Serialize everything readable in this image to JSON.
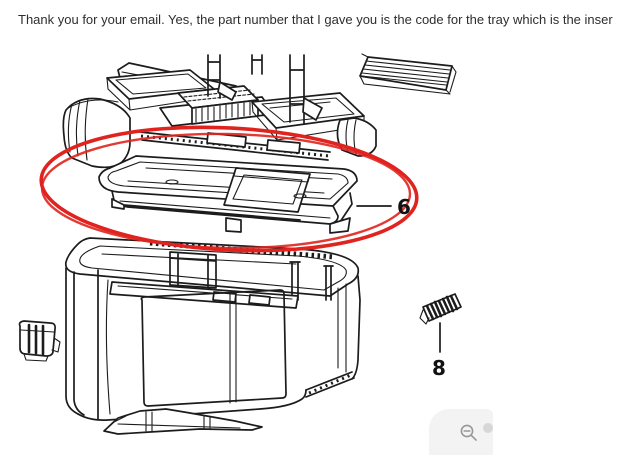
{
  "page": {
    "background": "#ffffff"
  },
  "message": {
    "text": "Thank you for your email. Yes, the part number that I gave you is the code for the tray which is the inser"
  },
  "diagram": {
    "type": "exploded-parts-drawing",
    "ink_color": "#1c1c1c",
    "highlight_color": "#e0231e",
    "callouts": [
      {
        "number": "6",
        "highlighted": true
      },
      {
        "number": "8",
        "highlighted": false
      }
    ]
  },
  "zoom_control": {
    "background": "#f3f3f3",
    "icon": "magnifier-zoom-out",
    "icon_color": "#98989c",
    "dot_color": "#d7d7d7"
  }
}
